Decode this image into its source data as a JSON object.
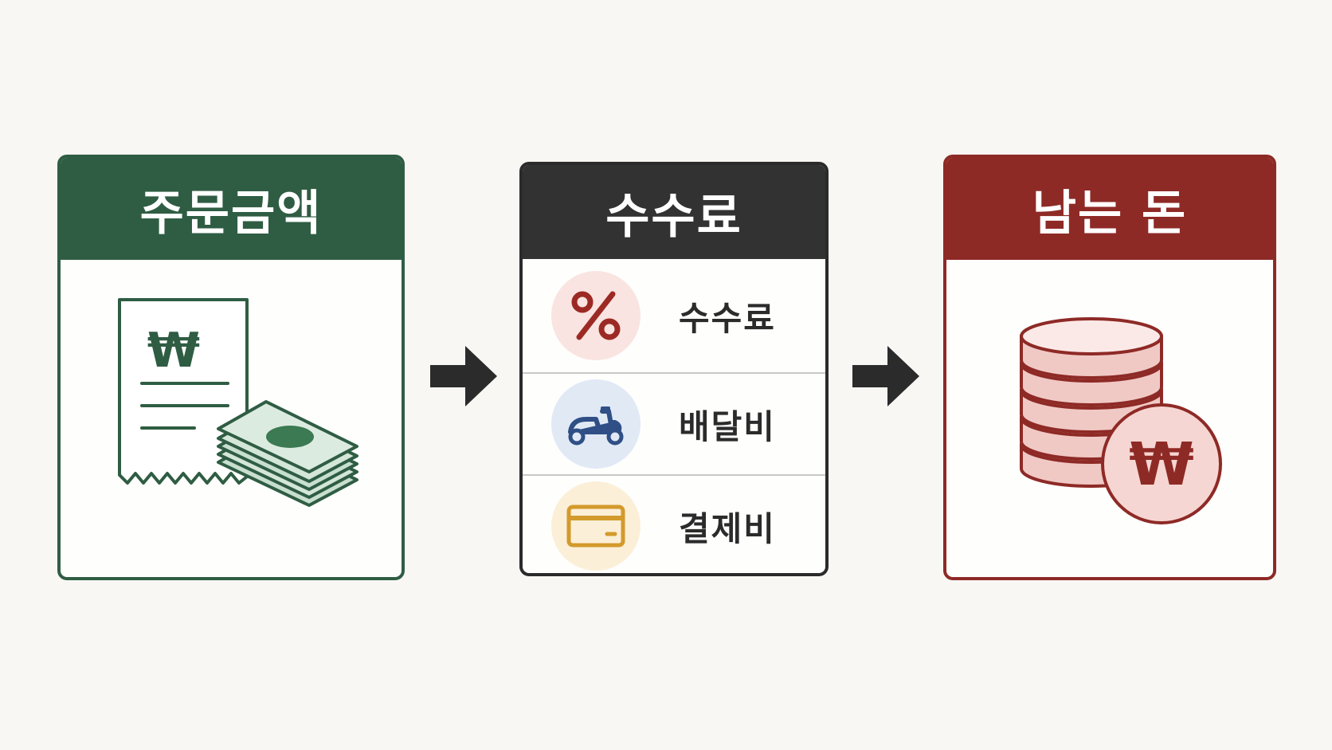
{
  "steps": [
    {
      "title": "주문금액",
      "color": "#2f5d43"
    },
    {
      "title": "수수료",
      "color": "#323232"
    },
    {
      "title": "남는 돈",
      "color": "#8e2a26"
    }
  ],
  "fee_items": [
    {
      "label": "수수료",
      "icon": "percent-icon",
      "circle_color": "#f9e4e1",
      "icon_color": "#9c2a24"
    },
    {
      "label": "배달비",
      "icon": "scooter-icon",
      "circle_color": "#e1e9f5",
      "icon_color": "#2f4f86"
    },
    {
      "label": "결제비",
      "icon": "card-icon",
      "circle_color": "#fcefd8",
      "icon_color": "#d39a2c"
    }
  ],
  "symbols": {
    "receipt_currency": "₩",
    "coin_currency": "₩"
  }
}
